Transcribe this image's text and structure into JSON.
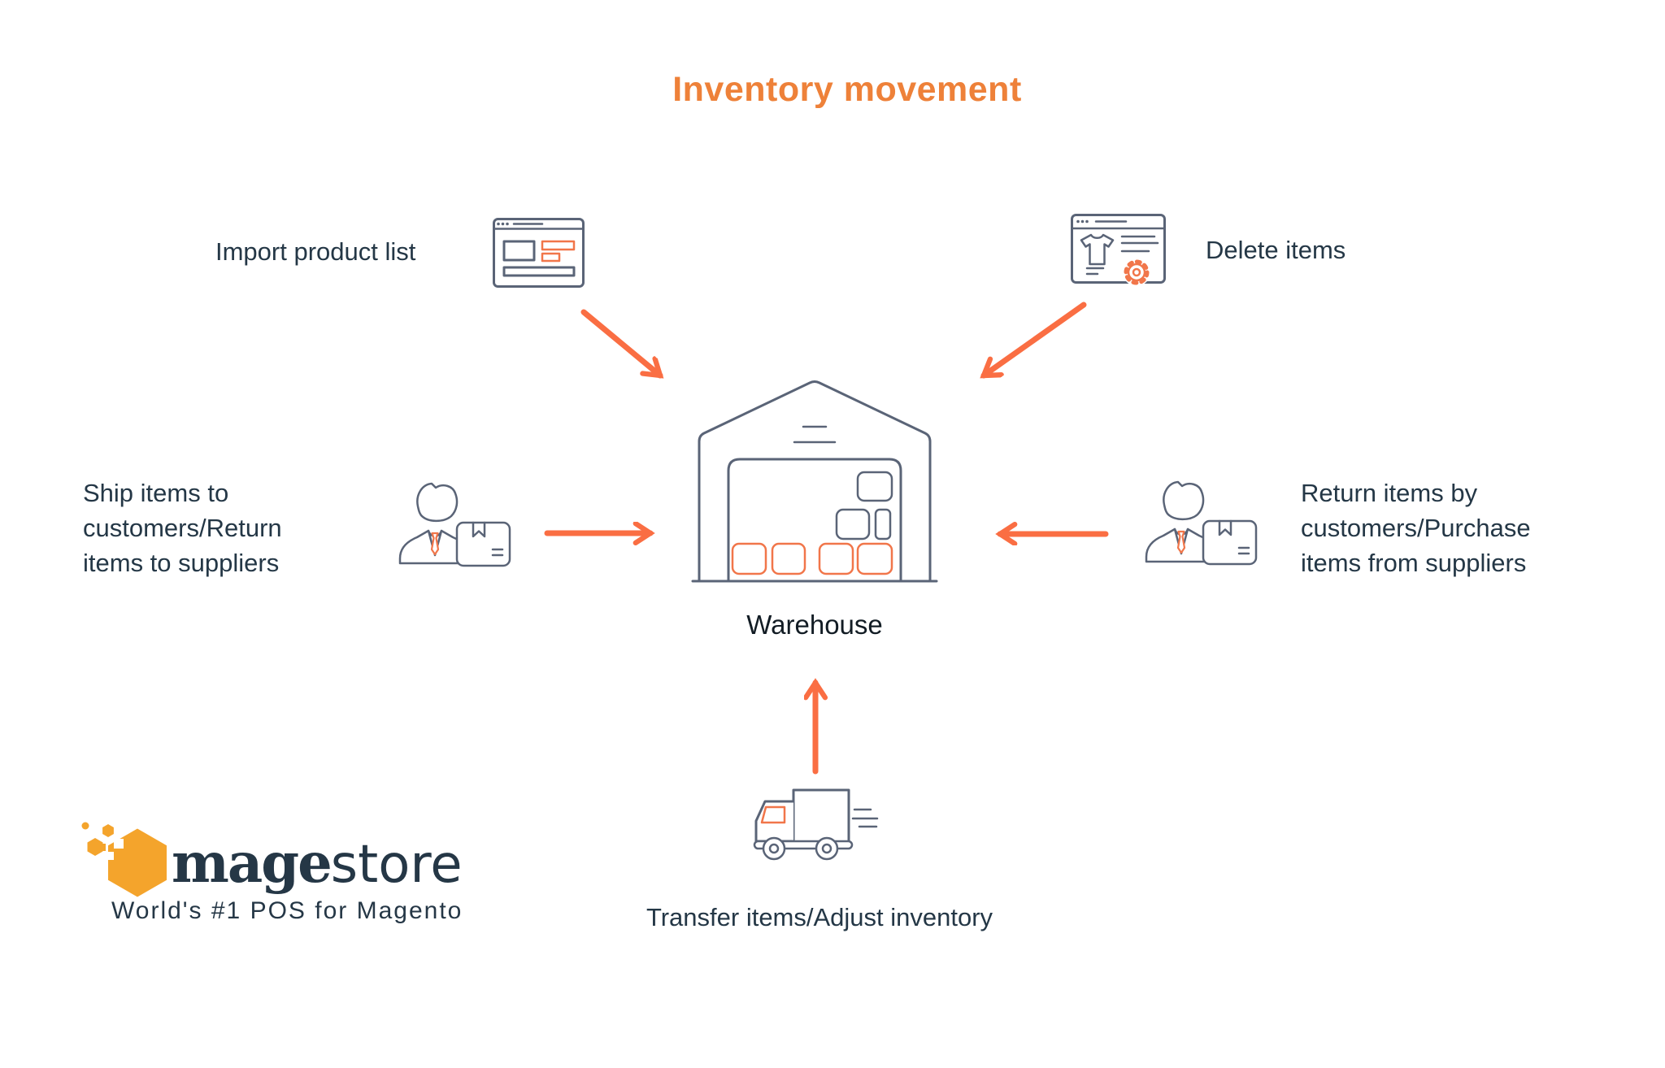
{
  "title": "Inventory movement",
  "colors": {
    "title_orange": "#ee8139",
    "arrow_orange": "#fa6e43",
    "icon_navy": "#5a6477",
    "icon_orange": "#f1764a",
    "label_navy": "#243746",
    "warehouse_label": "#121c24",
    "logo_amber": "#f4a42c",
    "logo_navy": "#253746",
    "background": "#ffffff"
  },
  "nodes": {
    "import_product": {
      "label": "Import product list",
      "icon": "browser-window-list-icon"
    },
    "delete_items": {
      "label": "Delete items",
      "icon": "browser-window-product-gear-icon"
    },
    "ship_items": {
      "lines": [
        "Ship items to",
        "customers/Return",
        "items to suppliers"
      ],
      "icon": "person-with-package-icon"
    },
    "return_items": {
      "lines": [
        "Return items by",
        "customers/Purchase",
        "items from suppliers"
      ],
      "icon": "person-with-package-icon"
    },
    "transfer_items": {
      "label": "Transfer items/Adjust inventory",
      "icon": "delivery-truck-icon"
    },
    "warehouse": {
      "label": "Warehouse",
      "icon": "warehouse-building-icon"
    }
  },
  "arrows": [
    {
      "from": "import_product",
      "to": "warehouse",
      "direction": "down-right"
    },
    {
      "from": "delete_items",
      "to": "warehouse",
      "direction": "down-left"
    },
    {
      "from": "ship_items",
      "to": "warehouse",
      "direction": "right"
    },
    {
      "from": "return_items",
      "to": "warehouse",
      "direction": "left"
    },
    {
      "from": "transfer_items",
      "to": "warehouse",
      "direction": "up"
    }
  ],
  "logo": {
    "brand_bold": "mage",
    "brand_regular": "store",
    "tagline": "World's #1 POS for Magento"
  }
}
